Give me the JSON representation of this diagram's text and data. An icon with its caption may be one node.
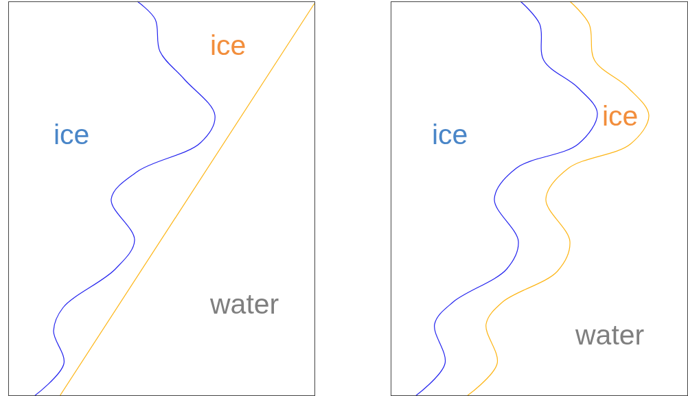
{
  "diagram": {
    "nodes": [
      {
        "text": [
          "ice",
          "ice",
          "water"
        ]
      },
      {
        "text": [
          "ice",
          "ice",
          "water"
        ]
      }
    ]
  }
}
